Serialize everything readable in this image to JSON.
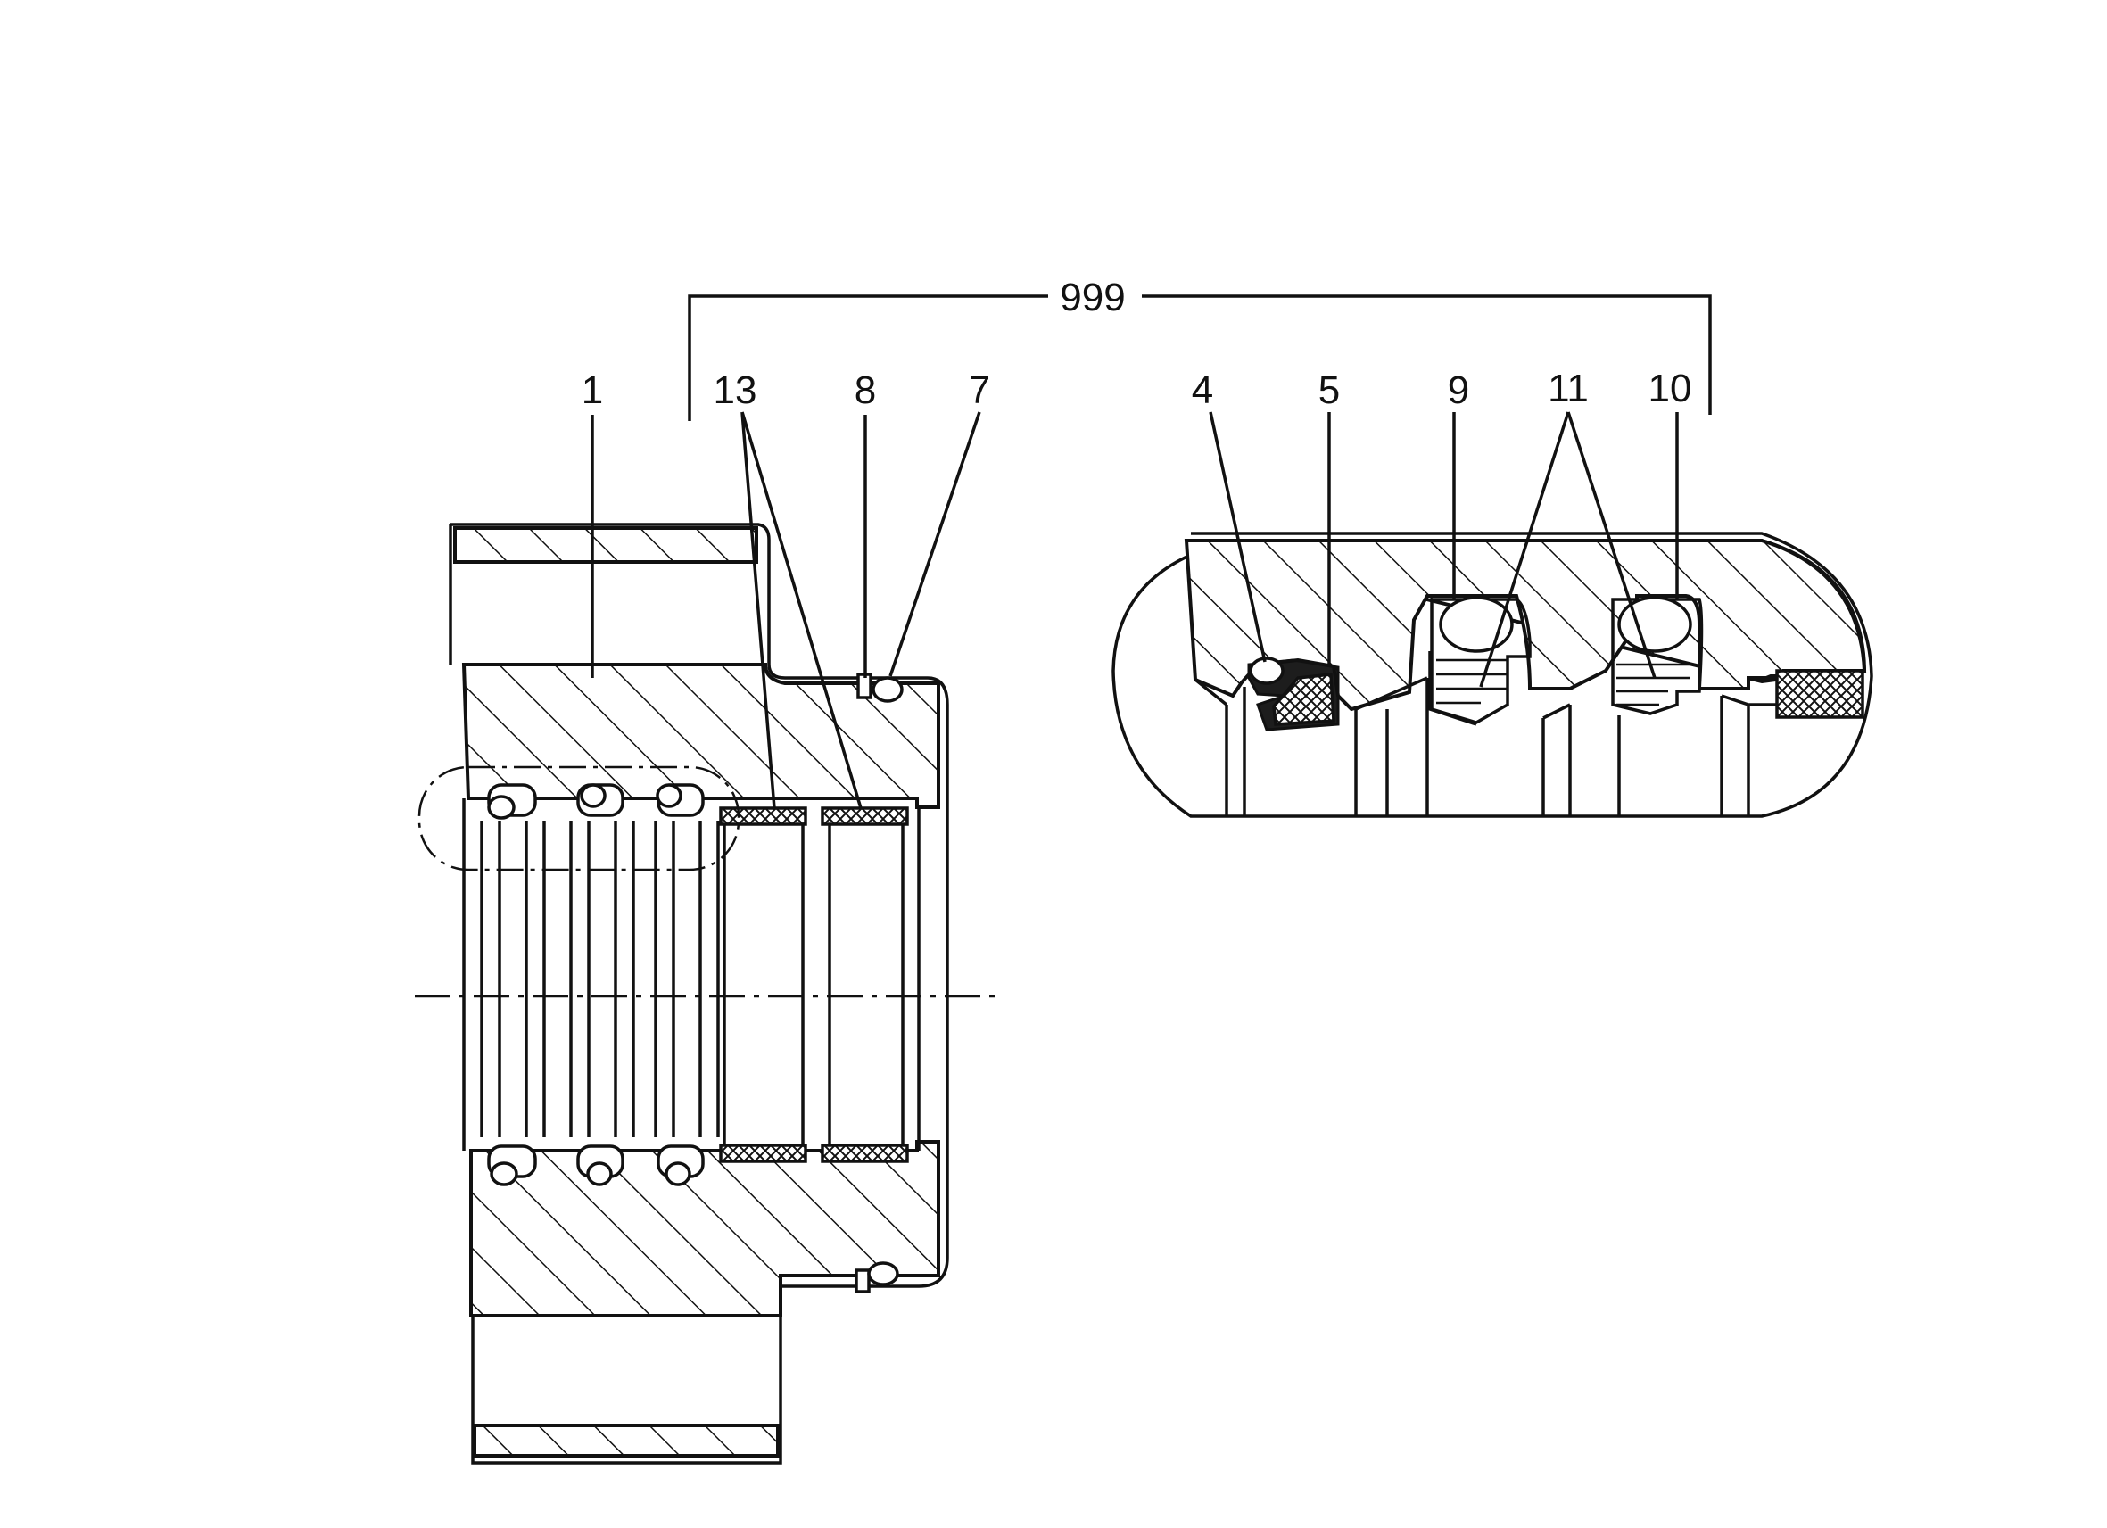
{
  "labels": {
    "assembly": "999",
    "body": "1",
    "guide_ring": "13",
    "part8": "8",
    "part7": "7",
    "part4": "4",
    "part5": "5",
    "part9": "9",
    "part11": "11",
    "part10": "10"
  }
}
